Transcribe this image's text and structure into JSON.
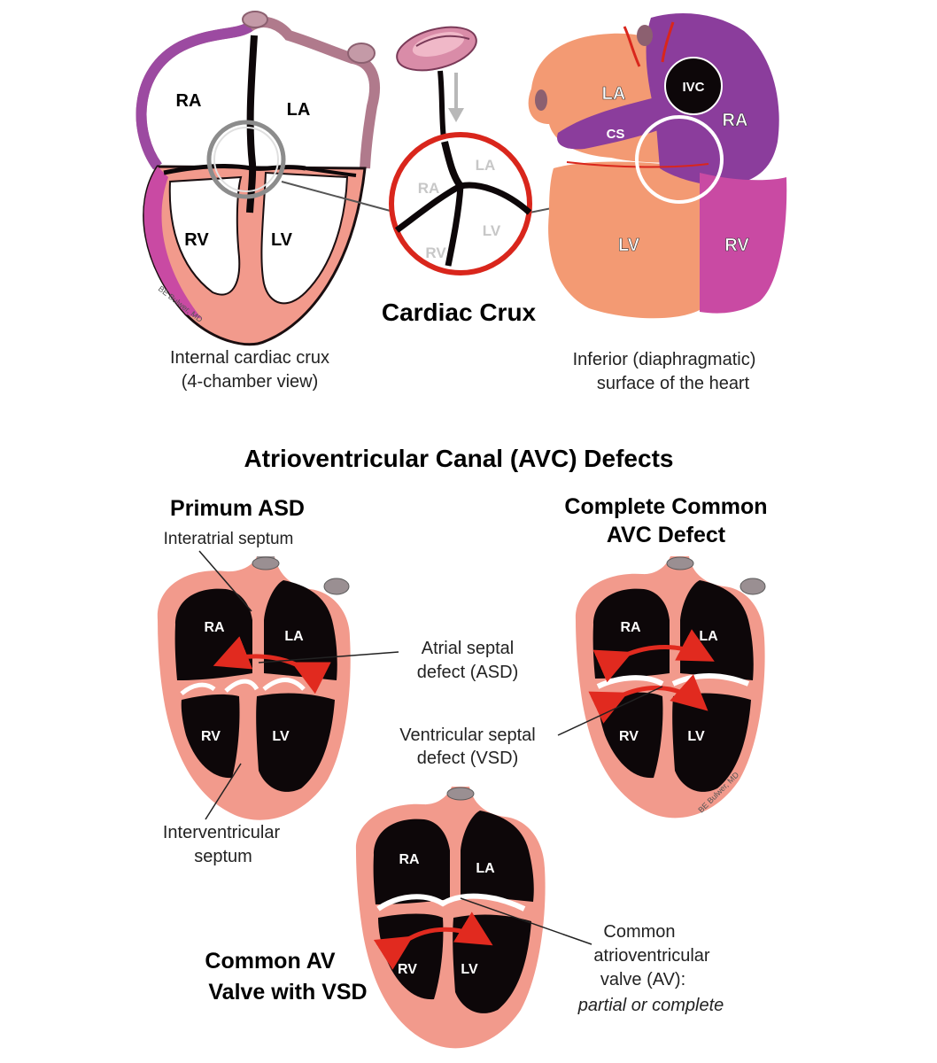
{
  "labels": {
    "ra": "RA",
    "la": "LA",
    "rv": "RV",
    "lv": "LV",
    "ivc": "IVC",
    "cs": "CS"
  },
  "top": {
    "cardiac_crux_title": "Cardiac Crux",
    "internal_caption_line1": "Internal cardiac crux",
    "internal_caption_line2": "(4-chamber view)",
    "inferior_caption_line1": "Inferior (diaphragmatic)",
    "inferior_caption_line2": "surface of the heart",
    "signature": "BE Bulwer, MD"
  },
  "bottom": {
    "section_title": "Atrioventricular Canal (AVC) Defects",
    "primum_title": "Primum ASD",
    "interatrial_label": "Interatrial septum",
    "complete_title_line1": "Complete Common",
    "complete_title_line2": "AVC Defect",
    "asd_label_line1": "Atrial septal",
    "asd_label_line2": "defect (ASD)",
    "vsd_label_line1": "Ventricular septal",
    "vsd_label_line2": "defect (VSD)",
    "ivs_label_line1": "Interventricular",
    "ivs_label_line2": "septum",
    "common_av_title_line1": "Common AV",
    "common_av_title_line2": "Valve with VSD",
    "cav_label_line1": "Common",
    "cav_label_line2": "atrioventricular",
    "cav_label_line3": "valve (AV):",
    "cav_label_line4": "partial or complete",
    "signature": "BE Bulwer, MD"
  },
  "colors": {
    "heart_muscle": "#f29a8c",
    "cavity_dark": "#0d0709",
    "ra_purple": "#8b3d9c",
    "rv_magenta": "#c94aa3",
    "crux_ring_red": "#d9261c",
    "arrow_red": "#e12a1f",
    "valve_white": "#ffffff",
    "grey_label": "#c7c7c7"
  }
}
